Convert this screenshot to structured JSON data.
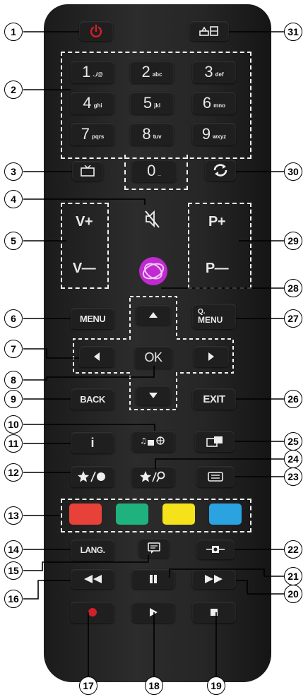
{
  "callouts": [
    "1",
    "2",
    "3",
    "4",
    "5",
    "6",
    "7",
    "8",
    "9",
    "10",
    "11",
    "12",
    "13",
    "14",
    "15",
    "16",
    "17",
    "18",
    "19",
    "20",
    "21",
    "22",
    "23",
    "24",
    "25",
    "26",
    "27",
    "28",
    "29",
    "30",
    "31"
  ],
  "buttons": {
    "num1": {
      "digit": "1",
      "letters": ".,/@"
    },
    "num2": {
      "digit": "2",
      "letters": "abc"
    },
    "num3": {
      "digit": "3",
      "letters": "def"
    },
    "num4": {
      "digit": "4",
      "letters": "ghi"
    },
    "num5": {
      "digit": "5",
      "letters": "jkl"
    },
    "num6": {
      "digit": "6",
      "letters": "mno"
    },
    "num7": {
      "digit": "7",
      "letters": "pqrs"
    },
    "num8": {
      "digit": "8",
      "letters": "tuv"
    },
    "num9": {
      "digit": "9",
      "letters": "wxyz"
    },
    "num0": {
      "digit": "0",
      "letters": "_"
    },
    "vol_up": "V+",
    "vol_down": "V—",
    "prog_up": "P+",
    "prog_down": "P—",
    "menu": "MENU",
    "q_menu_top": "Q.",
    "q_menu_bottom": "MENU",
    "ok": "OK",
    "back": "BACK",
    "exit": "EXIT",
    "info": "i",
    "lang": "LANG.",
    "tv": "TV"
  },
  "colors": {
    "red": "#e8413a",
    "green": "#1fb27f",
    "yellow": "#f5e21a",
    "blue": "#2aa3e0",
    "power": "#d0202a",
    "record": "#d0202a",
    "netflix_purple": "#c02ad0"
  }
}
